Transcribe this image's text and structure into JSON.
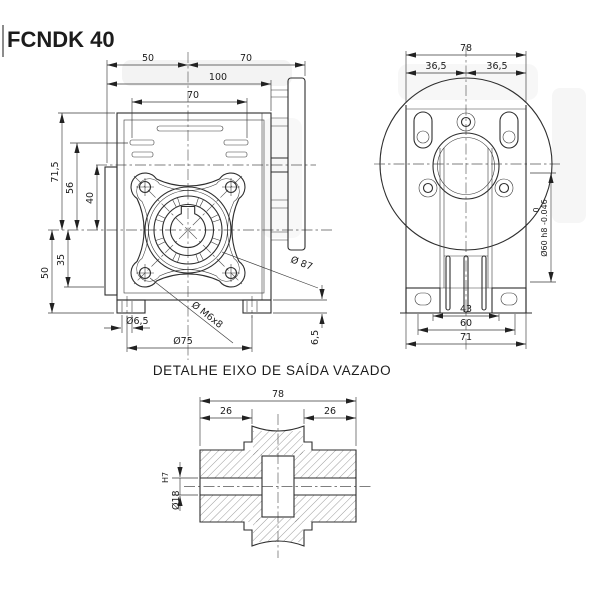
{
  "title": "FCNDK 40",
  "colors": {
    "background": "#ffffff",
    "line": "#2e2e2e",
    "dimension": "#3a3a3a",
    "text": "#1c1c1c"
  },
  "front": {
    "d50_top": "50",
    "d70_top": "70",
    "d100": "100",
    "d70_vents": "70",
    "d71_5": "71,5",
    "d56": "56",
    "d40": "40",
    "d35": "35",
    "d50_left": "50",
    "d_foot_hole": "Ø6,5",
    "d_bolt_circle": "Ø75",
    "d_tapped": "Ø M6x8",
    "d_outer": "Ø 87",
    "d6_5": "6,5"
  },
  "side": {
    "d78": "78",
    "d36_5_l": "36,5",
    "d36_5_r": "36,5",
    "d43": "43",
    "d60": "60",
    "d71": "71",
    "d_bore": "Ø60 h8 -0.046",
    "d_bore_tol_top": "0"
  },
  "detail": {
    "caption": "DETALHE EIXO DE SAÍDA VAZADO",
    "d78": "78",
    "d26_l": "26",
    "d26_r": "26",
    "d_bore": "Ø18",
    "d_fit": "H7"
  }
}
